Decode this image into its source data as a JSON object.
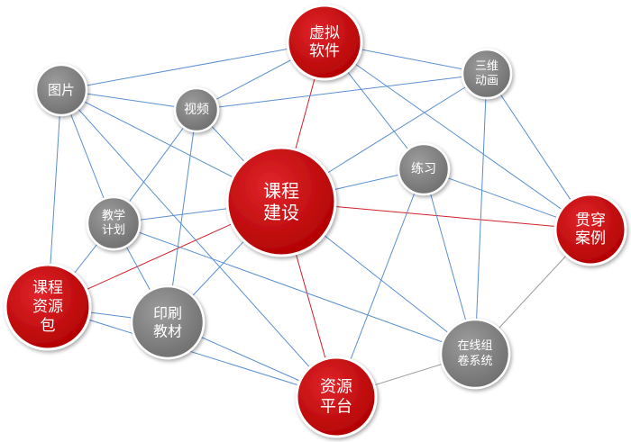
{
  "colors": {
    "primary_node": "#c00000",
    "primary_node_light": "#e0262b",
    "secondary_node": "#7f7f7f",
    "secondary_node_light": "#9c9c9c",
    "node_border": "#ffffff",
    "edge_blue": "#5b8fd0",
    "edge_red": "#d0202a",
    "edge_gray": "#9a9a9a"
  },
  "nodes": [
    {
      "id": "course",
      "lines": [
        "课程",
        "建设"
      ],
      "kind": "primary",
      "name": "node-course-construction"
    },
    {
      "id": "virtual",
      "lines": [
        "虚拟",
        "软件"
      ],
      "kind": "primary",
      "name": "node-virtual-software"
    },
    {
      "id": "cases",
      "lines": [
        "贯穿",
        "案例"
      ],
      "kind": "primary",
      "name": "node-through-cases"
    },
    {
      "id": "platform",
      "lines": [
        "资源",
        "平台"
      ],
      "kind": "primary",
      "name": "node-resource-platform"
    },
    {
      "id": "package",
      "lines": [
        "课程",
        "资源",
        "包"
      ],
      "kind": "primary",
      "name": "node-course-resource-package"
    },
    {
      "id": "image",
      "lines": [
        "图片"
      ],
      "kind": "secondary",
      "name": "node-image"
    },
    {
      "id": "video",
      "lines": [
        "视频"
      ],
      "kind": "secondary",
      "name": "node-video"
    },
    {
      "id": "anim3d",
      "lines": [
        "三维",
        "动画"
      ],
      "kind": "secondary",
      "name": "node-3d-animation"
    },
    {
      "id": "exercise",
      "lines": [
        "练习"
      ],
      "kind": "secondary",
      "name": "node-exercise"
    },
    {
      "id": "plan",
      "lines": [
        "教学",
        "计划"
      ],
      "kind": "secondary",
      "name": "node-teaching-plan"
    },
    {
      "id": "textbook",
      "lines": [
        "印刷",
        "教材"
      ],
      "kind": "secondary",
      "name": "node-printed-textbook"
    },
    {
      "id": "exam",
      "lines": [
        "在线组",
        "卷系统"
      ],
      "kind": "secondary",
      "name": "node-online-exam-system"
    }
  ],
  "edges": [
    {
      "from": "course",
      "to": "virtual",
      "color": "red"
    },
    {
      "from": "course",
      "to": "cases",
      "color": "red"
    },
    {
      "from": "course",
      "to": "platform",
      "color": "red"
    },
    {
      "from": "course",
      "to": "package",
      "color": "red"
    },
    {
      "from": "image",
      "to": "virtual",
      "color": "blue"
    },
    {
      "from": "image",
      "to": "video",
      "color": "blue"
    },
    {
      "from": "image",
      "to": "course",
      "color": "blue"
    },
    {
      "from": "image",
      "to": "plan",
      "color": "blue"
    },
    {
      "from": "image",
      "to": "package",
      "color": "blue"
    },
    {
      "from": "image",
      "to": "platform",
      "color": "blue"
    },
    {
      "from": "video",
      "to": "virtual",
      "color": "blue"
    },
    {
      "from": "video",
      "to": "anim3d",
      "color": "blue"
    },
    {
      "from": "video",
      "to": "course",
      "color": "blue"
    },
    {
      "from": "video",
      "to": "plan",
      "color": "blue"
    },
    {
      "from": "video",
      "to": "textbook",
      "color": "blue"
    },
    {
      "from": "virtual",
      "to": "anim3d",
      "color": "blue"
    },
    {
      "from": "virtual",
      "to": "exercise",
      "color": "blue"
    },
    {
      "from": "virtual",
      "to": "cases",
      "color": "blue"
    },
    {
      "from": "anim3d",
      "to": "course",
      "color": "blue"
    },
    {
      "from": "anim3d",
      "to": "cases",
      "color": "blue"
    },
    {
      "from": "anim3d",
      "to": "exam",
      "color": "blue"
    },
    {
      "from": "exercise",
      "to": "course",
      "color": "blue"
    },
    {
      "from": "exercise",
      "to": "cases",
      "color": "blue"
    },
    {
      "from": "exercise",
      "to": "exam",
      "color": "blue"
    },
    {
      "from": "exercise",
      "to": "platform",
      "color": "blue"
    },
    {
      "from": "plan",
      "to": "course",
      "color": "blue"
    },
    {
      "from": "plan",
      "to": "textbook",
      "color": "blue"
    },
    {
      "from": "plan",
      "to": "package",
      "color": "blue"
    },
    {
      "from": "plan",
      "to": "exam",
      "color": "blue"
    },
    {
      "from": "course",
      "to": "textbook",
      "color": "blue"
    },
    {
      "from": "course",
      "to": "exam",
      "color": "blue"
    },
    {
      "from": "package",
      "to": "textbook",
      "color": "blue"
    },
    {
      "from": "package",
      "to": "platform",
      "color": "blue"
    },
    {
      "from": "textbook",
      "to": "platform",
      "color": "blue"
    },
    {
      "from": "platform",
      "to": "exam",
      "color": "gray"
    },
    {
      "from": "exam",
      "to": "cases",
      "color": "gray"
    }
  ]
}
